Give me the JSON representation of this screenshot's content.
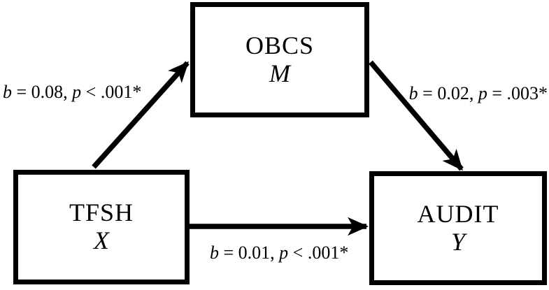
{
  "boxes": {
    "mediator": {
      "name": "OBCS",
      "role": "M"
    },
    "predictor": {
      "name": "TFSH",
      "role": "X"
    },
    "outcome": {
      "name": "AUDIT",
      "role": "Y"
    }
  },
  "paths": {
    "a": {
      "from": "TFSH",
      "to": "OBCS",
      "coef_symbol": "b",
      "coef_text": " = 0.08, ",
      "p_symbol": "p",
      "p_text": " < .001*"
    },
    "b": {
      "from": "OBCS",
      "to": "AUDIT",
      "coef_symbol": "b",
      "coef_text": " = 0.02, ",
      "p_symbol": "p",
      "p_text": " = .003*"
    },
    "c": {
      "from": "TFSH",
      "to": "AUDIT",
      "coef_symbol": "b",
      "coef_text": " = 0.01, ",
      "p_symbol": "p",
      "p_text": " < .001*"
    }
  },
  "colors": {
    "line": "#000000",
    "text": "#000000",
    "background": "#ffffff"
  }
}
